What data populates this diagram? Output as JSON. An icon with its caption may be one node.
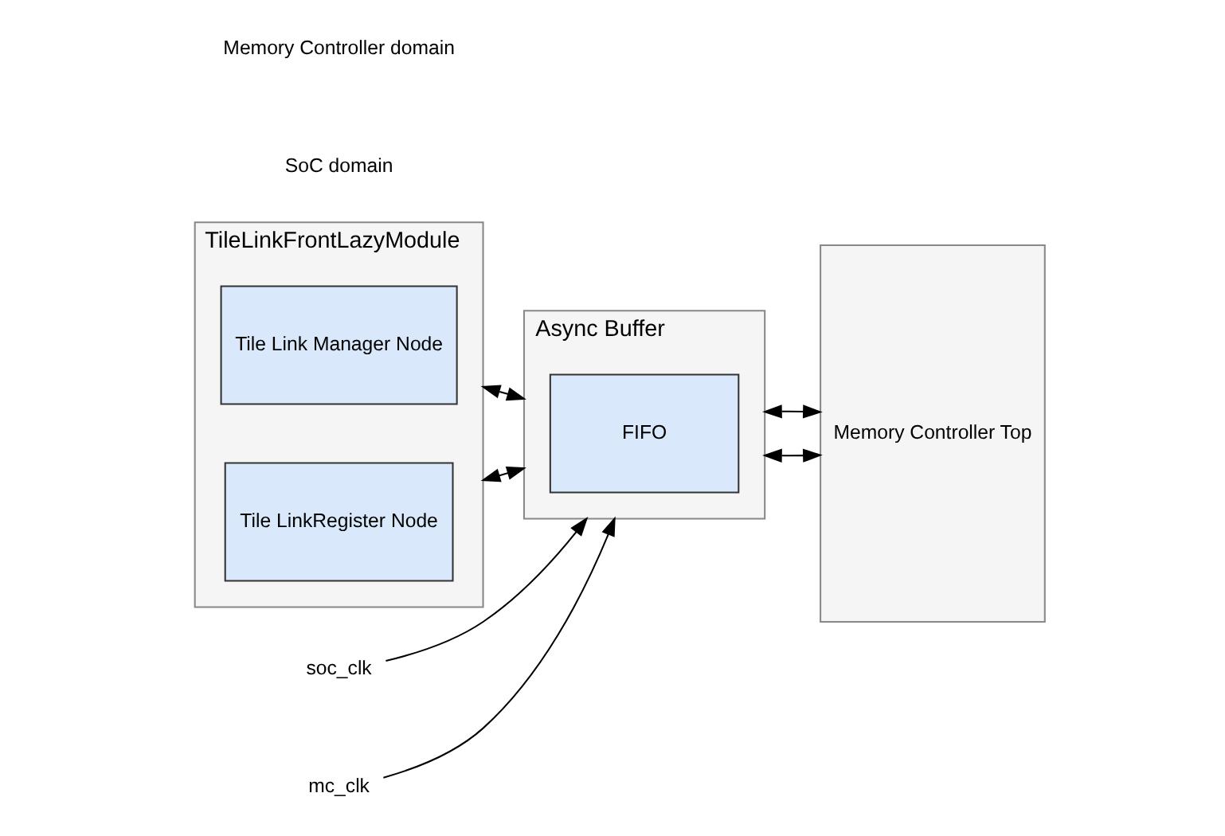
{
  "diagram": {
    "nodes": [
      {
        "text": [
          "TileLinkFrontLazyModule"
        ]
      },
      {
        "text": [
          "Tile Link Manager Node"
        ],
        "in": 0
      },
      {
        "text": [
          "Tile LinkRegister Node"
        ],
        "in": 0
      },
      {
        "text": [
          "Async Buffer"
        ]
      },
      {
        "text": [
          "FIFO"
        ],
        "in": 3
      },
      {
        "text": [
          "Memory Controller Top"
        ]
      },
      {
        "text": [
          "soc_clk"
        ]
      },
      {
        "text": [
          "mc_clk"
        ]
      }
    ],
    "edges": [
      {
        "from": 0,
        "to": 3,
        "arrow": "both"
      },
      {
        "from": 0,
        "to": 3,
        "arrow": "both"
      },
      {
        "from": 3,
        "to": 5,
        "arrow": "both"
      },
      {
        "from": 3,
        "to": 5,
        "arrow": "both"
      },
      {
        "from": 6,
        "to": 3,
        "arrow": "to"
      },
      {
        "from": 7,
        "to": 3,
        "arrow": "to"
      }
    ],
    "labels": [
      "SoC domain",
      "Memory Controller domain"
    ]
  }
}
